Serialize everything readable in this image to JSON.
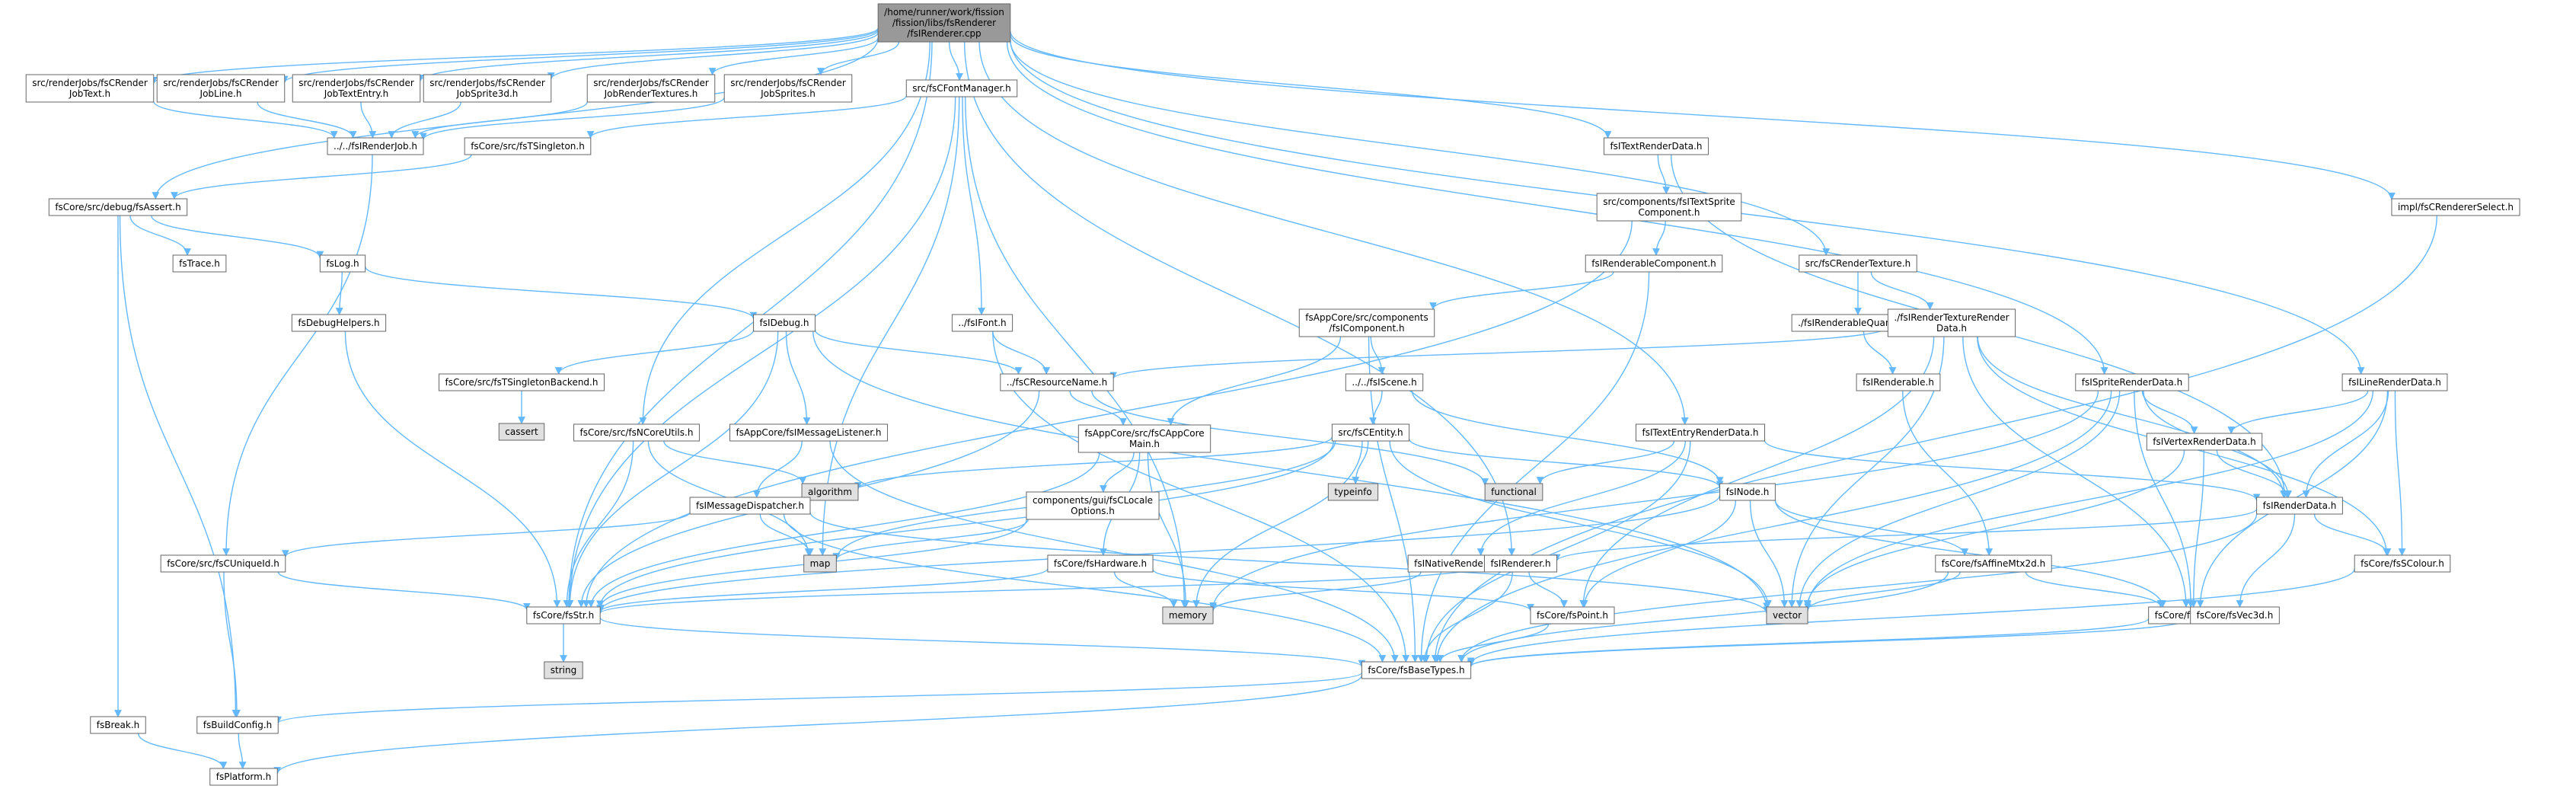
{
  "graph": {
    "title": "/home/runner/work/fission/fission/libs/fsRenderer/fsIRenderer.cpp",
    "colors": {
      "root_fill": "#999999",
      "node_fill": "#ffffff",
      "system_fill": "#e0e0e0",
      "edge": "#63b8ff",
      "border": "#666666"
    },
    "nodes": [
      {
        "id": "root",
        "lines": [
          "/home/runner/work/fission",
          "/fission/libs/fsRenderer",
          "/fsIRenderer.cpp"
        ],
        "kind": "root"
      },
      {
        "id": "jobtext",
        "lines": [
          "src/renderJobs/fsCRender",
          "JobText.h"
        ]
      },
      {
        "id": "jobline",
        "lines": [
          "src/renderJobs/fsCRender",
          "JobLine.h"
        ]
      },
      {
        "id": "jobtextentry",
        "lines": [
          "src/renderJobs/fsCRender",
          "JobTextEntry.h"
        ]
      },
      {
        "id": "jobsprite3d",
        "lines": [
          "src/renderJobs/fsCRender",
          "JobSprite3d.h"
        ]
      },
      {
        "id": "jobrendertextures",
        "lines": [
          "src/renderJobs/fsCRender",
          "JobRenderTextures.h"
        ]
      },
      {
        "id": "jobsprites",
        "lines": [
          "src/renderJobs/fsCRender",
          "JobSprites.h"
        ]
      },
      {
        "id": "fontmanager",
        "lines": [
          "src/fsCFontManager.h"
        ]
      },
      {
        "id": "irenderjob",
        "lines": [
          "../../fsIRenderJob.h"
        ]
      },
      {
        "id": "tsingleton",
        "lines": [
          "fsCore/src/fsTSingleton.h"
        ]
      },
      {
        "id": "assert",
        "lines": [
          "fsCore/src/debug/fsAssert.h"
        ]
      },
      {
        "id": "trace",
        "lines": [
          "fsTrace.h"
        ]
      },
      {
        "id": "log",
        "lines": [
          "fsLog.h"
        ]
      },
      {
        "id": "debughelpers",
        "lines": [
          "fsDebugHelpers.h"
        ]
      },
      {
        "id": "idebug",
        "lines": [
          "fsIDebug.h"
        ]
      },
      {
        "id": "ifont",
        "lines": [
          "../fsIFont.h"
        ]
      },
      {
        "id": "tsingletonbackend",
        "lines": [
          "fsCore/src/fsTSingletonBackend.h"
        ]
      },
      {
        "id": "cassert",
        "lines": [
          "cassert"
        ],
        "kind": "system"
      },
      {
        "id": "resourcename",
        "lines": [
          "../fsCResourceName.h"
        ]
      },
      {
        "id": "ncoreutils",
        "lines": [
          "fsCore/src/fsNCoreUtils.h"
        ]
      },
      {
        "id": "imessagelistener",
        "lines": [
          "fsAppCore/fsIMessageListener.h"
        ]
      },
      {
        "id": "cappcoremain",
        "lines": [
          "fsAppCore/src/fsCAppCore",
          "Main.h"
        ]
      },
      {
        "id": "icomponent",
        "lines": [
          "fsAppCore/src/components",
          "/fsIComponent.h"
        ]
      },
      {
        "id": "iscene",
        "lines": [
          "../../fsIScene.h"
        ]
      },
      {
        "id": "centity",
        "lines": [
          "src/fsCEntity.h"
        ]
      },
      {
        "id": "typeinfo",
        "lines": [
          "typeinfo"
        ],
        "kind": "system"
      },
      {
        "id": "algorithm",
        "lines": [
          "algorithm"
        ],
        "kind": "system"
      },
      {
        "id": "functional",
        "lines": [
          "functional"
        ],
        "kind": "system"
      },
      {
        "id": "messagedispatcher",
        "lines": [
          "fsIMessageDispatcher.h"
        ]
      },
      {
        "id": "clocaleoptions",
        "lines": [
          "components/gui/fsCLocale",
          "Options.h"
        ]
      },
      {
        "id": "cuniqueid",
        "lines": [
          "fsCore/src/fsCUniqueId.h"
        ]
      },
      {
        "id": "map",
        "lines": [
          "map"
        ],
        "kind": "system"
      },
      {
        "id": "hardware",
        "lines": [
          "fsCore/fsHardware.h"
        ]
      },
      {
        "id": "memory",
        "lines": [
          "memory"
        ],
        "kind": "system"
      },
      {
        "id": "str",
        "lines": [
          "fsCore/fsStr.h"
        ]
      },
      {
        "id": "string",
        "lines": [
          "string"
        ],
        "kind": "system"
      },
      {
        "id": "basetypes",
        "lines": [
          "fsCore/fsBaseTypes.h"
        ]
      },
      {
        "id": "buildconfig",
        "lines": [
          "fsBuildConfig.h"
        ]
      },
      {
        "id": "break",
        "lines": [
          "fsBreak.h"
        ]
      },
      {
        "id": "platform",
        "lines": [
          "fsPlatform.h"
        ]
      },
      {
        "id": "itextrenderdata",
        "lines": [
          "fsITextRenderData.h"
        ]
      },
      {
        "id": "textspritecomponent",
        "lines": [
          "src/components/fsITextSprite",
          "Component.h"
        ]
      },
      {
        "id": "irenderablecomponent",
        "lines": [
          "fsIRenderableComponent.h"
        ]
      },
      {
        "id": "textentryrenderdata",
        "lines": [
          "fsITextEntryRenderData.h"
        ]
      },
      {
        "id": "inode",
        "lines": [
          "fsINode.h"
        ]
      },
      {
        "id": "nativerenderdata",
        "lines": [
          "fsINativeRenderData.h"
        ]
      },
      {
        "id": "irenderer",
        "lines": [
          "fsIRenderer.h"
        ]
      },
      {
        "id": "point",
        "lines": [
          "fsCore/fsPoint.h"
        ]
      },
      {
        "id": "crendertexture",
        "lines": [
          "src/fsCRenderTexture.h"
        ]
      },
      {
        "id": "renderablequantum",
        "lines": [
          "./fsIRenderableQuantum.h"
        ]
      },
      {
        "id": "rendertexturerenderdata",
        "lines": [
          "./fsIRenderTextureRender",
          "Data.h"
        ]
      },
      {
        "id": "renderable",
        "lines": [
          "fsIRenderable.h"
        ]
      },
      {
        "id": "affinemtx2d",
        "lines": [
          "fsCore/fsAffineMtx2d.h"
        ]
      },
      {
        "id": "vector",
        "lines": [
          "vector"
        ],
        "kind": "system"
      },
      {
        "id": "vec2d",
        "lines": [
          "fsCore/fsVec2d.h"
        ]
      },
      {
        "id": "spriterenderdata",
        "lines": [
          "fsISpriteRenderData.h"
        ]
      },
      {
        "id": "vertexrenderdata",
        "lines": [
          "fsIVertexRenderData.h"
        ]
      },
      {
        "id": "renderdata",
        "lines": [
          "fsIRenderData.h"
        ]
      },
      {
        "id": "vec3d",
        "lines": [
          "fsCore/fsVec3d.h"
        ]
      },
      {
        "id": "linerenderdata",
        "lines": [
          "fsILineRenderData.h"
        ]
      },
      {
        "id": "scolour",
        "lines": [
          "fsCore/fsSColour.h"
        ]
      },
      {
        "id": "rendererselect",
        "lines": [
          "impl/fsCRendererSelect.h"
        ]
      }
    ],
    "edges": [
      [
        "root",
        "jobtext"
      ],
      [
        "root",
        "jobline"
      ],
      [
        "root",
        "jobtextentry"
      ],
      [
        "root",
        "jobsprite3d"
      ],
      [
        "root",
        "jobrendertextures"
      ],
      [
        "root",
        "jobsprites"
      ],
      [
        "root",
        "fontmanager"
      ],
      [
        "root",
        "assert"
      ],
      [
        "root",
        "ncoreutils"
      ],
      [
        "root",
        "str"
      ],
      [
        "root",
        "irenderer"
      ],
      [
        "root",
        "itextrenderdata"
      ],
      [
        "root",
        "textentryrenderdata"
      ],
      [
        "root",
        "crendertexture"
      ],
      [
        "root",
        "spriterenderdata"
      ],
      [
        "root",
        "linerenderdata"
      ],
      [
        "root",
        "rendererselect"
      ],
      [
        "jobtext",
        "irenderjob"
      ],
      [
        "jobline",
        "irenderjob"
      ],
      [
        "jobtextentry",
        "irenderjob"
      ],
      [
        "jobsprite3d",
        "irenderjob"
      ],
      [
        "jobrendertextures",
        "irenderjob"
      ],
      [
        "jobsprites",
        "irenderjob"
      ],
      [
        "irenderjob",
        "cuniqueid"
      ],
      [
        "fontmanager",
        "tsingleton"
      ],
      [
        "fontmanager",
        "ifont"
      ],
      [
        "fontmanager",
        "str"
      ],
      [
        "fontmanager",
        "map"
      ],
      [
        "fontmanager",
        "memory"
      ],
      [
        "tsingleton",
        "assert"
      ],
      [
        "assert",
        "trace"
      ],
      [
        "assert",
        "log"
      ],
      [
        "assert",
        "break"
      ],
      [
        "assert",
        "buildconfig"
      ],
      [
        "log",
        "debughelpers"
      ],
      [
        "log",
        "idebug"
      ],
      [
        "debughelpers",
        "str"
      ],
      [
        "idebug",
        "tsingletonbackend"
      ],
      [
        "idebug",
        "resourcename"
      ],
      [
        "idebug",
        "imessagelistener"
      ],
      [
        "idebug",
        "str"
      ],
      [
        "idebug",
        "vector"
      ],
      [
        "tsingletonbackend",
        "cassert"
      ],
      [
        "ifont",
        "resourcename"
      ],
      [
        "ifont",
        "basetypes"
      ],
      [
        "resourcename",
        "cappcoremain"
      ],
      [
        "resourcename",
        "str"
      ],
      [
        "resourcename",
        "functional"
      ],
      [
        "ncoreutils",
        "str"
      ],
      [
        "ncoreutils",
        "map"
      ],
      [
        "ncoreutils",
        "algorithm"
      ],
      [
        "imessagelistener",
        "messagedispatcher"
      ],
      [
        "imessagelistener",
        "basetypes"
      ],
      [
        "cappcoremain",
        "clocaleoptions"
      ],
      [
        "cappcoremain",
        "hardware"
      ],
      [
        "cappcoremain",
        "str"
      ],
      [
        "cappcoremain",
        "memory"
      ],
      [
        "icomponent",
        "cappcoremain"
      ],
      [
        "icomponent",
        "iscene"
      ],
      [
        "icomponent",
        "basetypes"
      ],
      [
        "iscene",
        "centity"
      ],
      [
        "iscene",
        "inode"
      ],
      [
        "centity",
        "typeinfo"
      ],
      [
        "centity",
        "algorithm"
      ],
      [
        "centity",
        "map"
      ],
      [
        "centity",
        "memory"
      ],
      [
        "centity",
        "vector"
      ],
      [
        "centity",
        "str"
      ],
      [
        "centity",
        "inode"
      ],
      [
        "messagedispatcher",
        "cuniqueid"
      ],
      [
        "messagedispatcher",
        "map"
      ],
      [
        "messagedispatcher",
        "vector"
      ],
      [
        "messagedispatcher",
        "basetypes"
      ],
      [
        "clocaleoptions",
        "map"
      ],
      [
        "clocaleoptions",
        "str"
      ],
      [
        "cuniqueid",
        "str"
      ],
      [
        "cuniqueid",
        "buildconfig"
      ],
      [
        "hardware",
        "memory"
      ],
      [
        "hardware",
        "str"
      ],
      [
        "hardware",
        "point"
      ],
      [
        "str",
        "string"
      ],
      [
        "str",
        "basetypes"
      ],
      [
        "basetypes",
        "buildconfig"
      ],
      [
        "basetypes",
        "platform"
      ],
      [
        "buildconfig",
        "platform"
      ],
      [
        "break",
        "platform"
      ],
      [
        "itextrenderdata",
        "textspritecomponent"
      ],
      [
        "itextrenderdata",
        "renderdata"
      ],
      [
        "textspritecomponent",
        "irenderablecomponent"
      ],
      [
        "textspritecomponent",
        "str"
      ],
      [
        "irenderablecomponent",
        "icomponent"
      ],
      [
        "irenderablecomponent",
        "basetypes"
      ],
      [
        "textentryrenderdata",
        "nativerenderdata"
      ],
      [
        "textentryrenderdata",
        "renderdata"
      ],
      [
        "textentryrenderdata",
        "functional"
      ],
      [
        "textentryrenderdata",
        "basetypes"
      ],
      [
        "inode",
        "str"
      ],
      [
        "inode",
        "vector"
      ],
      [
        "inode",
        "point"
      ],
      [
        "inode",
        "affinemtx2d"
      ],
      [
        "inode",
        "vec2d"
      ],
      [
        "nativerenderdata",
        "memory"
      ],
      [
        "irenderer",
        "str"
      ],
      [
        "irenderer",
        "point"
      ],
      [
        "irenderer",
        "basetypes"
      ],
      [
        "point",
        "basetypes"
      ],
      [
        "crendertexture",
        "renderablequantum"
      ],
      [
        "crendertexture",
        "rendertexturerenderdata"
      ],
      [
        "renderablequantum",
        "renderable"
      ],
      [
        "renderable",
        "affinemtx2d"
      ],
      [
        "rendertexturerenderdata",
        "resourcename"
      ],
      [
        "rendertexturerenderdata",
        "renderdata"
      ],
      [
        "rendertexturerenderdata",
        "point"
      ],
      [
        "rendertexturerenderdata",
        "vec2d"
      ],
      [
        "rendertexturerenderdata",
        "scolour"
      ],
      [
        "rendertexturerenderdata",
        "vector"
      ],
      [
        "affinemtx2d",
        "vec2d"
      ],
      [
        "affinemtx2d",
        "vector"
      ],
      [
        "affinemtx2d",
        "basetypes"
      ],
      [
        "vec2d",
        "basetypes"
      ],
      [
        "spriterenderdata",
        "vertexrenderdata"
      ],
      [
        "spriterenderdata",
        "renderdata"
      ],
      [
        "spriterenderdata",
        "vec2d"
      ],
      [
        "spriterenderdata",
        "vector"
      ],
      [
        "spriterenderdata",
        "basetypes"
      ],
      [
        "spriterenderdata",
        "memory"
      ],
      [
        "vertexrenderdata",
        "renderdata"
      ],
      [
        "vertexrenderdata",
        "vec2d"
      ],
      [
        "vertexrenderdata",
        "vector"
      ],
      [
        "renderdata",
        "irenderer"
      ],
      [
        "renderdata",
        "vec3d"
      ],
      [
        "renderdata",
        "scolour"
      ],
      [
        "renderdata",
        "basetypes"
      ],
      [
        "vec3d",
        "basetypes"
      ],
      [
        "linerenderdata",
        "vertexrenderdata"
      ],
      [
        "linerenderdata",
        "renderdata"
      ],
      [
        "linerenderdata",
        "vec2d"
      ],
      [
        "linerenderdata",
        "scolour"
      ],
      [
        "linerenderdata",
        "vector"
      ],
      [
        "scolour",
        "basetypes"
      ],
      [
        "rendererselect",
        "basetypes"
      ]
    ]
  }
}
